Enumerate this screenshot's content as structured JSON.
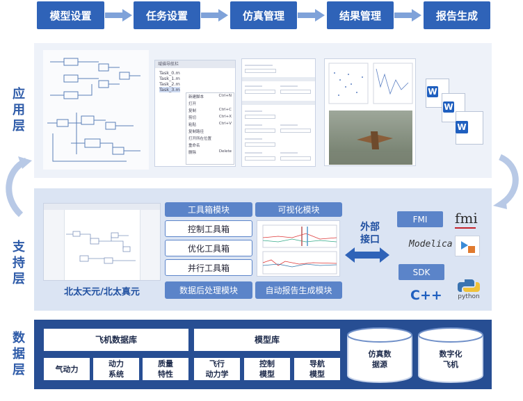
{
  "workflow": {
    "steps": [
      "模型设置",
      "任务设置",
      "仿真管理",
      "结果管理",
      "报告生成"
    ]
  },
  "layers": {
    "application": "应用层",
    "support": "支持层",
    "data": "数据层"
  },
  "application": {
    "task_tree": {
      "title": "域描导航栏",
      "items": [
        "Task_0.m",
        "Task_1.m",
        "Task_2.m",
        "Task_3.m"
      ],
      "menu": [
        {
          "label": "新建脚本",
          "key": "Ctrl+N"
        },
        {
          "label": "打开",
          "key": ""
        },
        {
          "label": "复制",
          "key": "Ctrl+C"
        },
        {
          "label": "剪切",
          "key": "Ctrl+X"
        },
        {
          "label": "粘贴",
          "key": "Ctrl+V"
        },
        {
          "label": "复制路径",
          "key": ""
        },
        {
          "label": "打开所在位置",
          "key": ""
        },
        {
          "label": "重命名",
          "key": ""
        },
        {
          "label": "删除",
          "key": "Delete"
        }
      ]
    }
  },
  "support": {
    "platform_label": "北太天元/北太真元",
    "modules": {
      "toolbox": "工具箱模块",
      "visualization": "可视化模块",
      "control_toolbox": "控制工具箱",
      "optimization_toolbox": "优化工具箱",
      "parallel_toolbox": "并行工具箱",
      "postprocessing": "数据后处理模块",
      "auto_report": "自动报告生成模块"
    },
    "external_interface": "外部\n接口",
    "interfaces": [
      "FMI",
      "SDK"
    ],
    "logos": {
      "fmi": "fmi",
      "modelica": "Modelica",
      "cpp": "C++",
      "python": "python"
    }
  },
  "data": {
    "aircraft_db": {
      "title": "飞机数据库",
      "items": [
        "气动力",
        "动力\n系统",
        "质量\n特性"
      ]
    },
    "model_db": {
      "title": "模型库",
      "items": [
        "飞行\n动力学",
        "控制\n模型",
        "导航\n模型"
      ]
    },
    "cylinders": [
      "仿真数\n据源",
      "数字化\n飞机"
    ]
  },
  "colors": {
    "step_blue": "#2f63b8",
    "module_blue": "#5b84c9",
    "data_panel": "#274e93",
    "label_blue": "#2e5ba8"
  }
}
